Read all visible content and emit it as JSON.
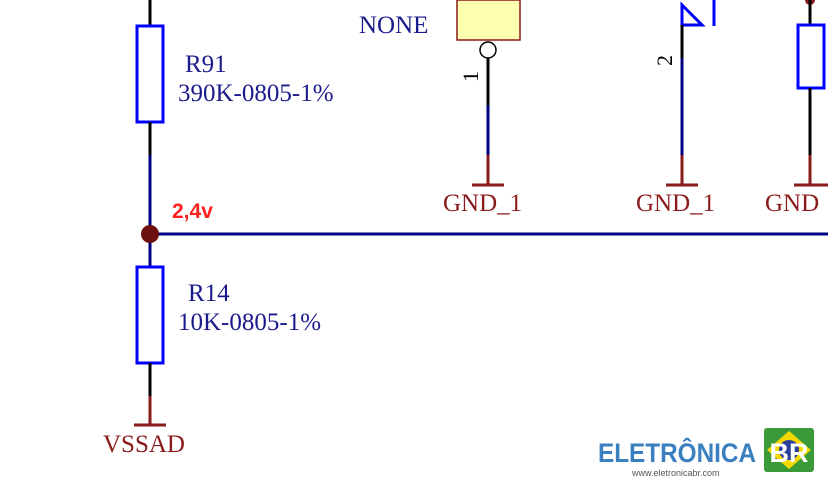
{
  "components": {
    "r91": {
      "ref": "R91",
      "value": "390K-0805-1%"
    },
    "r14": {
      "ref": "R14",
      "value": "10K-0805-1%"
    },
    "jp_value": "NONE",
    "jp_pin": "1",
    "diode_pin": "2"
  },
  "nets": {
    "node_voltage": "2,4v",
    "gnd1": "GND_1",
    "gnd2": "GND_1",
    "gnd3": "GND",
    "vssad": "VSSAD"
  },
  "logo": {
    "name": "ELETRÔNICA",
    "badge": "BR",
    "url": "www.eletronicabr.com"
  },
  "colors": {
    "wire": "#000080",
    "component": "#0000ff",
    "net_label": "#8b1a1a",
    "voltage": "#ff2020"
  }
}
